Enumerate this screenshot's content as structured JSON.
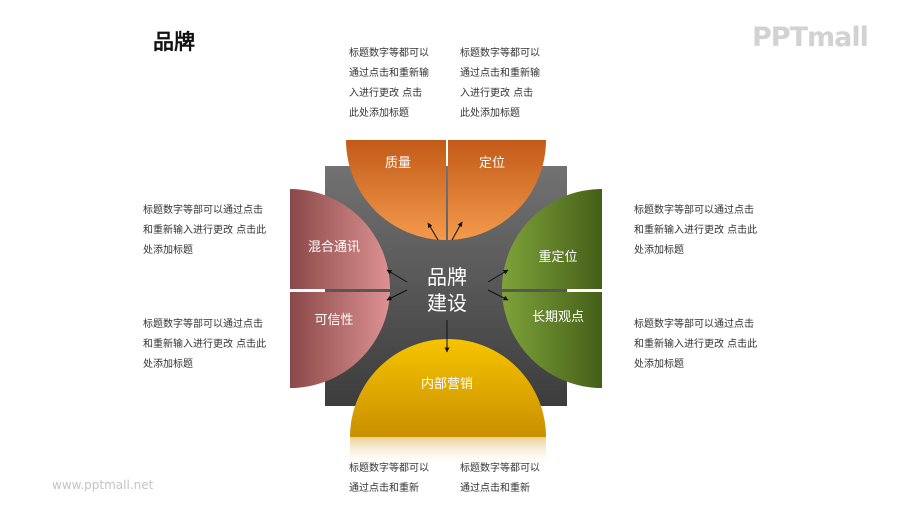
{
  "title": "品牌",
  "logo": "PPTmall",
  "footer_url": "www.pptmall.net",
  "center_label": [
    "品牌",
    "建设"
  ],
  "segments": {
    "quality": "质量",
    "position": "定位",
    "mixed": "混合通讯",
    "credibility": "可信性",
    "reposition": "重定位",
    "longterm": "长期观点",
    "internal": "内部营销"
  },
  "descriptions": {
    "top_left": "标题数字等都可以\n通过点击和重新输\n入进行更改 点击\n此处添加标题",
    "top_right": "标题数字等都可以\n通过点击和重新输\n入进行更改 点击\n此处添加标题",
    "left_upper": "标题数字等部可以通过点击\n和重新输入进行更改 点击此\n处添加标题",
    "left_lower": "标题数字等部可以通过点击\n和重新输入进行更改 点击此\n处添加标题",
    "right_upper": "标题数字等部可以通过点击\n和重新输入进行更改 点击此\n处添加标题",
    "right_lower": "标题数字等部可以通过点击\n和重新输入进行更改 点击此\n处添加标题",
    "bottom_left": "标题数字等都可以\n通过点击和重新",
    "bottom_right": "标题数字等都可以\n通过点击和重新"
  },
  "colors": {
    "square": "#5a5a5a",
    "orange": "#e8782a",
    "rose": "#b0605e",
    "green": "#5c7f22",
    "gold": "#e8a800"
  }
}
